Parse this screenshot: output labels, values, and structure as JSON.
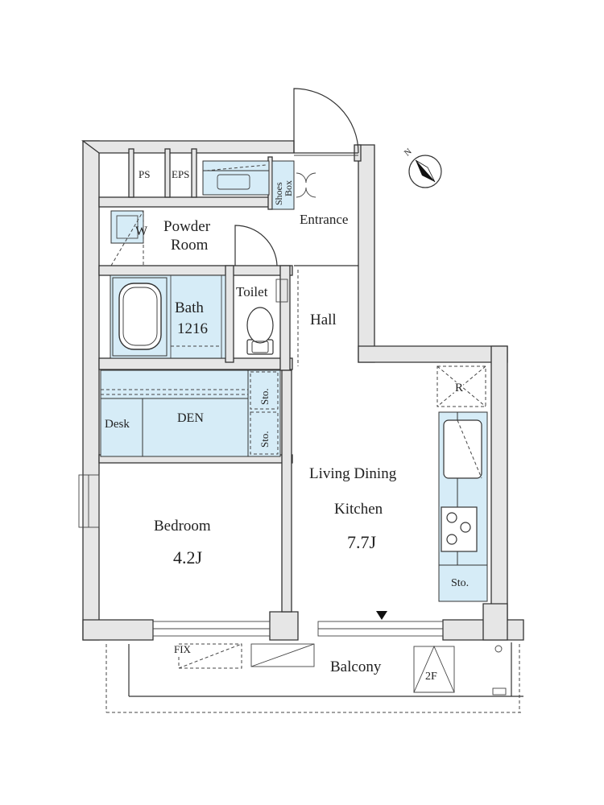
{
  "colors": {
    "fixture_fill": "#d6ecf7",
    "wall_fill": "#e6e6e6",
    "line": "#333333"
  },
  "icons": {
    "compass": "north-arrow-icon",
    "tub": "bathtub-icon",
    "toilet": "toilet-icon",
    "stove": "gas-stove-icon",
    "sink": "kitchen-sink-icon"
  },
  "labels": {
    "ps": "PS",
    "eps": "EPS",
    "shoes_box_line1": "Shoes",
    "shoes_box_line2": "Box",
    "entrance": "Entrance",
    "powder_room_line1": "Powder",
    "powder_room_line2": "Room",
    "washer": "W",
    "bath": "Bath",
    "bath_size": "1216",
    "toilet": "Toilet",
    "hall": "Hall",
    "storage": "Sto.",
    "desk": "Desk",
    "den": "DEN",
    "refrigerator": "R",
    "ldk_line1": "Living Dining",
    "ldk_line2": "Kitchen",
    "ldk_size": "7.7J",
    "bedroom": "Bedroom",
    "bedroom_size": "4.2J",
    "fix": "FIX",
    "balcony": "Balcony",
    "second_floor": "2F"
  }
}
